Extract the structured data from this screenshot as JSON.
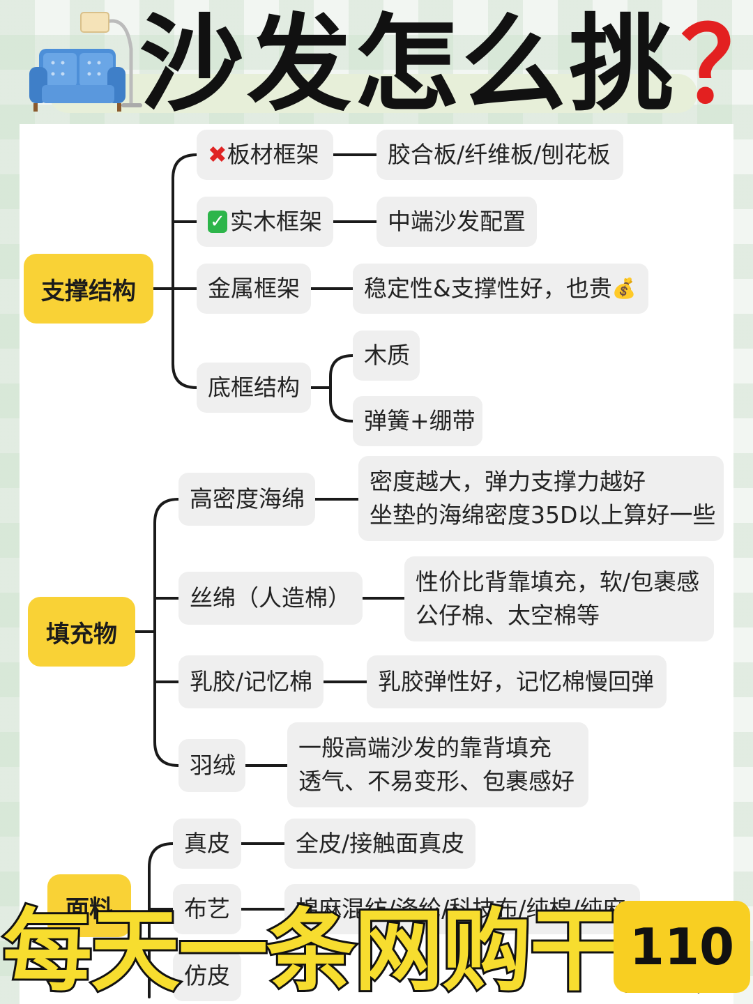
{
  "title": {
    "text": "沙发怎么挑",
    "question_mark": "？",
    "icons": [
      "sofa-icon",
      "floor-lamp-icon"
    ]
  },
  "sections": [
    {
      "category": "支撑结构",
      "items": [
        {
          "mark": "cross",
          "label": "板材框架",
          "details": [
            "胶合板/纤维板/刨花板"
          ]
        },
        {
          "mark": "check",
          "label": "实木框架",
          "details": [
            "中端沙发配置"
          ]
        },
        {
          "mark": "",
          "label": "金属框架",
          "details": [
            "稳定性&支撑性好，也贵"
          ],
          "detail_icon": "money-bag-icon"
        },
        {
          "mark": "",
          "label": "底框结构",
          "children": [
            "木质",
            "弹簧+绷带"
          ]
        }
      ]
    },
    {
      "category": "填充物",
      "items": [
        {
          "label": "高密度海绵",
          "details": [
            "密度越大，弹力支撑力越好",
            "坐垫的海绵密度35D以上算好一些"
          ]
        },
        {
          "label": "丝绵（人造棉）",
          "details": [
            "性价比背靠填充，软/包裹感",
            "公仔棉、太空棉等"
          ]
        },
        {
          "label": "乳胶/记忆棉",
          "details": [
            "乳胶弹性好，记忆棉慢回弹"
          ]
        },
        {
          "label": "羽绒",
          "details": [
            "一般高端沙发的靠背填充",
            "透气、不易变形、包裹感好"
          ]
        }
      ]
    },
    {
      "category": "面料",
      "items": [
        {
          "label": "真皮",
          "details": [
            "全皮/接触面真皮"
          ]
        },
        {
          "label": "布艺",
          "details": [
            "棉麻混纺/涤纶/科技布/纯棉/纯麻"
          ]
        },
        {
          "label": "仿皮",
          "details": []
        }
      ]
    }
  ],
  "banner": {
    "text": "每天一条网购干货",
    "number": "110"
  },
  "colors": {
    "category_fill": "#f9d236",
    "node_fill": "#efefef",
    "connector": "#1a1a1a",
    "banner_text": "#f7dd2f",
    "question_mark": "#e32020"
  }
}
